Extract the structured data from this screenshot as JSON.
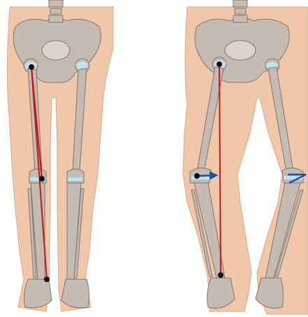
{
  "figures": [
    {
      "name": "normal-alignment",
      "leg_shape": "straight"
    },
    {
      "name": "genu-varum-alignment",
      "leg_shape": "bowed"
    }
  ],
  "colors": {
    "background": "#ffffff",
    "skin": "#f1c7aa",
    "skin_edge": "#d7a88c",
    "bone": "#c6bbb2",
    "bone_edge": "#7e746d",
    "cartilage": "#bfe2f2",
    "axis_line": "#c4161c",
    "arrow": "#1f4fa0",
    "marker": "#111111"
  },
  "icons": [
    "pelvis-bone-icon",
    "femur-bone-icon",
    "tibia-bone-icon",
    "foot-bone-icon",
    "arrow-icon"
  ]
}
